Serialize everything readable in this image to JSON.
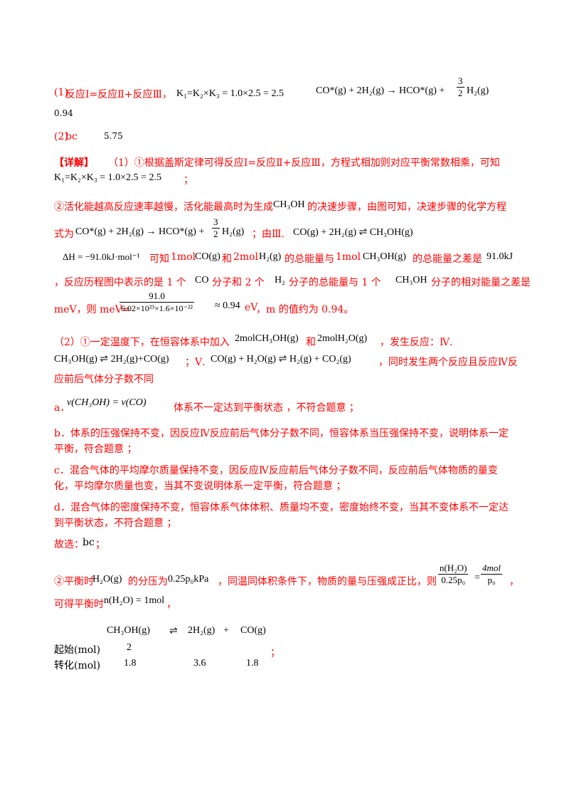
{
  "answers": {
    "p1_label": "(1)",
    "p1_text": "反应Ⅰ=反应Ⅱ+反应Ⅲ，",
    "p1_k_eq": "K₁=K₂×K₃ = 1.0×2.5 = 2.5",
    "p1_step_left": "CO*(g) + 2H₂(g) → HCO*(g) +",
    "p1_step_num": "3",
    "p1_step_den": "2",
    "p1_step_right": "H₂(g)",
    "p1_m_value": "0.94",
    "p2_label": "(2)",
    "p2_choice": "bc",
    "p2_value": "5.75"
  },
  "detail": {
    "head": "【详解】",
    "l1": "（1）①根据盖斯定律可得反应Ⅰ=反应Ⅱ+反应Ⅲ，方程式相加则对应平衡常数相乘，可知",
    "l2_eq": "K₁=K₂×K₃ = 1.0×2.5 = 2.5",
    "l2_tail": "；",
    "l3": "②活化能越高反应速率越慢，活化能最高时为生成",
    "l3_formula": "CH₃OH",
    "l3_tail": "的决速步骤，由图可知，决速步骤的化学方程",
    "l4_pre": "式为",
    "l4_eq_left": "CO*(g) + 2H₂(g) → HCO*(g) +",
    "l4_num": "3",
    "l4_den": "2",
    "l4_eq_right": "H₂(g)",
    "l4_mid": "；由Ⅲ.",
    "l4_rxn": "CO(g) + 2H₂(g) ⇌ CH₃OH(g)",
    "l5_dh": "ΔH = −91.0kJ·mol⁻¹",
    "l5_a": "可知",
    "l5_b": "1mol",
    "l5_c": "CO(g)",
    "l5_d": "和",
    "l5_e": "2mol",
    "l5_f": "H₂(g)",
    "l5_g": "的总能量与",
    "l5_h": "1mol",
    "l5_i": "CH₃OH(g)",
    "l5_j": "的总能量之差是",
    "l5_k": "91.0kJ",
    "l6": "，反应历程图中表示的是 1 个",
    "l6_co": "CO",
    "l6_b": "分子和 2 个",
    "l6_h2": "H₂",
    "l6_c": "分子的总能量与 1 个",
    "l6_ch3oh": "CH₃OH",
    "l6_d": "分子的相对能量之差是",
    "l7_pre": "meV，则 meV=",
    "l7_num": "91.0",
    "l7_den": "6.02×10²³×1.6×10⁻²²",
    "l7_approx": "≈ 0.94",
    "l7_unit": "eV",
    "l7_tail": "，m 的值约为 0.94。"
  },
  "part2": {
    "l1": "（2）①一定温度下，在恒容体系中加入",
    "l1_a": "2molCH₃OH(g)",
    "l1_b": "和",
    "l1_c": "2molH₂O(g)",
    "l1_d": "，发生反应：Ⅳ.",
    "l2_rxn4": "CH₃OH(g) ⇌ 2H₂(g)+CO(g)",
    "l2_a": "；Ⅴ.",
    "l2_rxn5": "CO(g) + H₂O(g) ⇌ H₂(g) + CO₂(g)",
    "l2_b": "，同时发生两个反应且反应Ⅳ反",
    "l3": "应前后气体分子数不同",
    "a_label": "a．",
    "a_eq": "v(CH₃OH) = v(CO)",
    "a_text": "体系不一定达到平衡状态 ，不符合题意 ；",
    "b1": "b．体系的压强保持不变，因反应Ⅳ反应前后气体分子数不同，恒容体系当压强保持不变，说明体系一定",
    "b2": "平衡，符合题意 ；",
    "c1": "c．混合气体的平均摩尔质量保持不变，因反应Ⅳ反应前后气体分子数不同，反应前后气体物质的量变",
    "c2": "化，平均摩尔质量也变，当其不变说明体系一定平衡，符合题意 ；",
    "d1": "d．混合气体的密度保持不变，恒容体系气体体积、质量均不变，密度始终不变，当其不变体系不一定达",
    "d2": "到平衡状态，不符合题意 ；",
    "sel_pre": "故选：",
    "sel_val": "bc",
    "sel_tail": "；",
    "e1_pre": "②平衡时",
    "e1_h2o": "H₂O(g)",
    "e1_a": "的分压为",
    "e1_p": "0.25p₀kPa",
    "e1_b": "，同温同体积条件下，物质的量与压强成正比，则",
    "e1_num": "n(H₂O)",
    "e1_den": "0.25p₀",
    "e1_eq": "=",
    "e1_rnum": "4mol",
    "e1_rden": "p₀",
    "e1_tail": "，",
    "e2_pre": "可得平衡时",
    "e2_eq": "n(H₂O) = 1mol",
    "e2_tail": "，"
  },
  "table": {
    "header": [
      "CH₃OH(g)",
      "⇌",
      "2H₂(g)",
      "+",
      "CO(g)"
    ],
    "rows": [
      {
        "label": "起始(mol)",
        "values": [
          "2",
          "",
          "",
          "",
          ""
        ]
      },
      {
        "label": "转化(mol)",
        "values": [
          "1.8",
          "",
          "3.6",
          "",
          "1.8"
        ]
      }
    ],
    "tail": "；"
  },
  "colors": {
    "red": "#ff0000",
    "black": "#000000"
  }
}
